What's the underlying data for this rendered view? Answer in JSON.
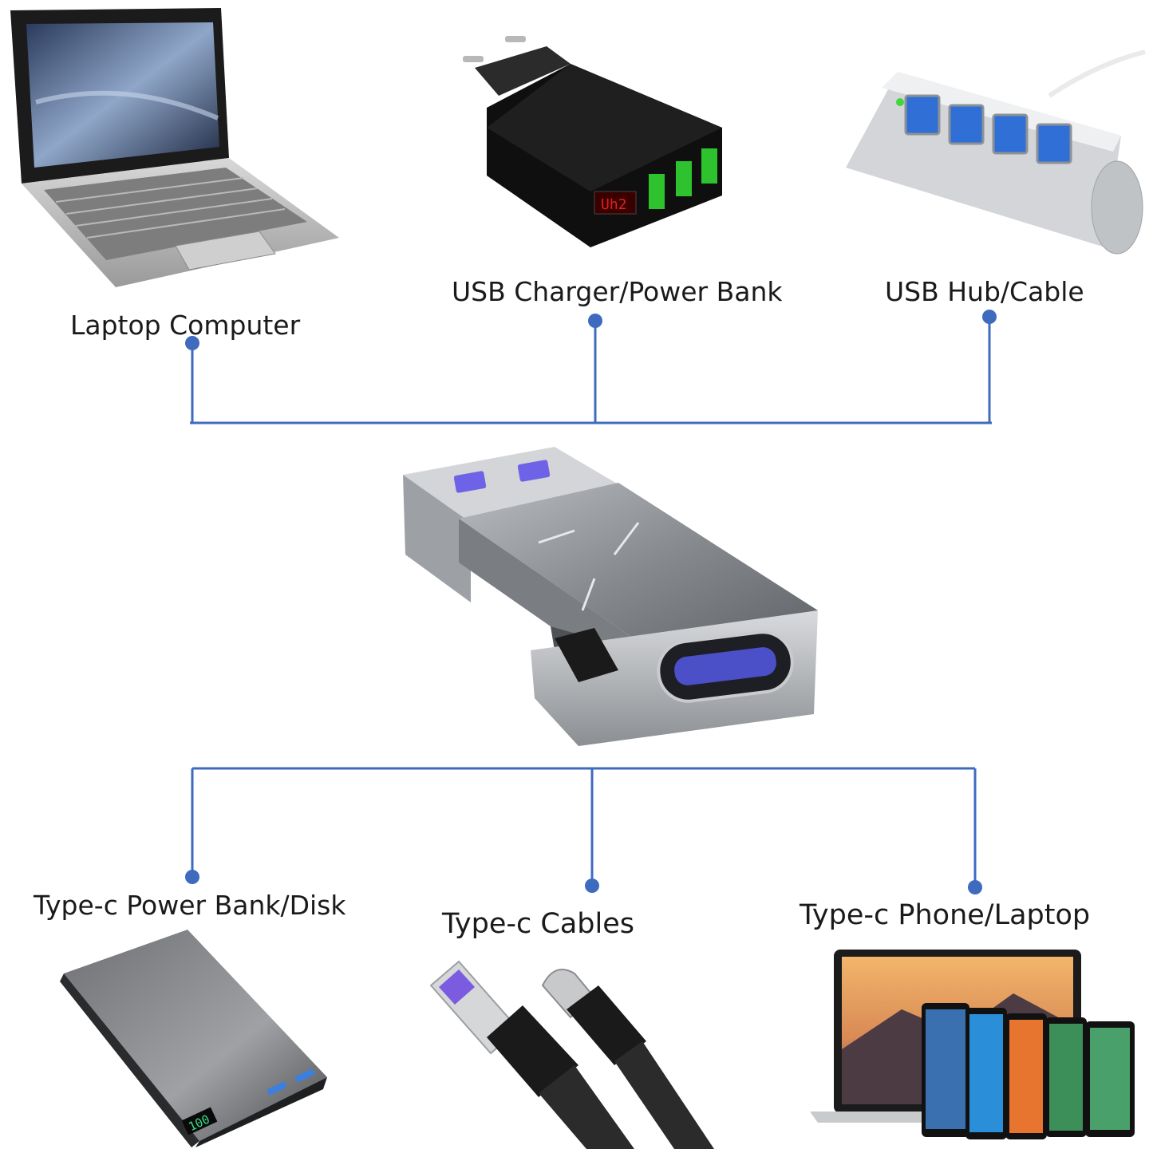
{
  "colors": {
    "line": "#3f6bbf",
    "dot": "#3f6bbf",
    "text": "#1a1a1a"
  },
  "sources": [
    {
      "label": "Laptop Computer",
      "icon": "laptop-icon"
    },
    {
      "label": "USB Charger/Power Bank",
      "icon": "usb-charger-icon"
    },
    {
      "label": "USB Hub/Cable",
      "icon": "usb-hub-icon"
    }
  ],
  "center": {
    "icon": "usb-a-to-type-c-adapter-icon"
  },
  "targets": [
    {
      "label": "Type-c Power Bank/Disk",
      "icon": "power-bank-icon"
    },
    {
      "label": "Type-c Cables",
      "icon": "type-c-cables-icon"
    },
    {
      "label": "Type-c Phone/Laptop",
      "icon": "phone-laptop-icon"
    }
  ],
  "power_bank_display": "100"
}
